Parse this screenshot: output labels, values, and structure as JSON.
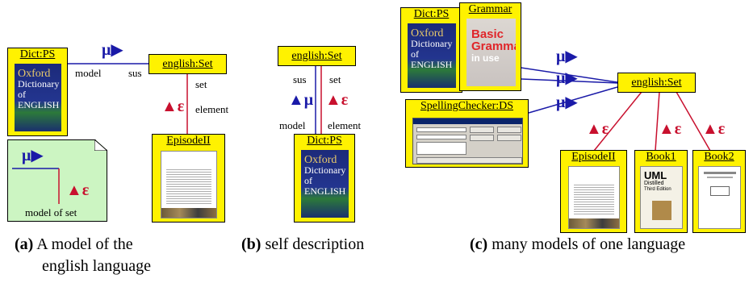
{
  "colors": {
    "class_box": "#fff200",
    "mu_link": "#1a1aa8",
    "epsilon_link": "#c8102e",
    "note": "#ccf5c2"
  },
  "symbols": {
    "mu": "μ▶",
    "epsilon": "▲ε",
    "mu_up": "▲μ"
  },
  "panel_a": {
    "dict": "Dict:PS",
    "set": "english:Set",
    "episode": "EpisodeII",
    "role_model": "model",
    "role_sus": "sus",
    "role_set": "set",
    "role_element": "element",
    "note_label": "model of set",
    "cover": [
      "Oxford",
      "Dictionary of",
      "ENGLISH"
    ],
    "caption_prefix": "(a)",
    "caption_text": " A model of the",
    "caption_line2": "english language"
  },
  "panel_b": {
    "set": "english:Set",
    "dict": "Dict:PS",
    "role_sus": "sus",
    "role_set": "set",
    "role_model": "model",
    "role_element": "element",
    "caption_prefix": "(b)",
    "caption_text": " self description"
  },
  "panel_c": {
    "dict": "Dict:PS",
    "grammar": "Grammar",
    "grammar_cover": [
      "Basic",
      "Grammar",
      "in use"
    ],
    "spell": "SpellingChecker:DS",
    "set": "english:Set",
    "episode": "EpisodeII",
    "book1": "Book1",
    "book2": "Book2",
    "book1_cover": [
      "UML",
      "Distilled",
      "Third Edition"
    ],
    "caption_prefix": "(c)",
    "caption_text": " many models of one language"
  }
}
